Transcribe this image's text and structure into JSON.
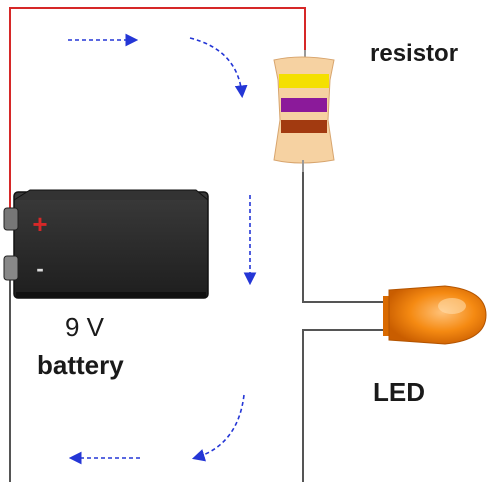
{
  "labels": {
    "resistor": "resistor",
    "voltage": "9 V",
    "battery": "battery",
    "led": "LED"
  },
  "battery_terminals": {
    "positive": "+",
    "negative": "-"
  },
  "colors": {
    "positive_wire": "#d62828",
    "negative_wire": "#555555",
    "current_arrows": "#2436d6",
    "battery_body": "#2b2b2b",
    "resistor_body": "#f6d2a2",
    "resistor_band_1": "#f4e000",
    "resistor_band_2": "#8b1a9a",
    "resistor_band_3": "#a23a10",
    "led_body": "#f07a00"
  },
  "icons": [
    "battery-9v-icon",
    "resistor-icon",
    "led-icon",
    "current-arrow-icon"
  ]
}
